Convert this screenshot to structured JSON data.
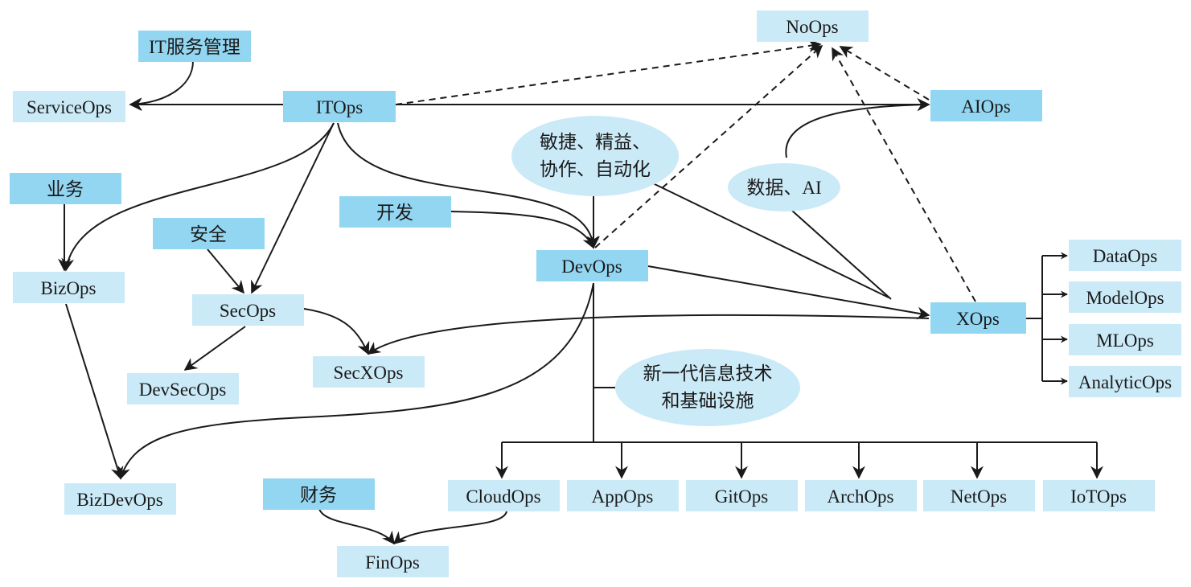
{
  "colors": {
    "box_light": "#cbeaf7",
    "box_dark": "#93d6f2",
    "ellipse": "#cbeaf7",
    "line": "#1a1a1a"
  },
  "nodes": {
    "noops": "NoOps",
    "it_service_mgmt": "IT服务管理",
    "serviceops": "ServiceOps",
    "itops": "ITOps",
    "aiops": "AIOps",
    "business": "业务",
    "bizops": "BizOps",
    "security": "安全",
    "secops": "SecOps",
    "devsecops": "DevSecOps",
    "secxops": "SecXOps",
    "development": "开发",
    "devops": "DevOps",
    "xops": "XOps",
    "dataops": "DataOps",
    "modelops": "ModelOps",
    "mlops": "MLOps",
    "analyticops": "AnalyticOps",
    "bizdevops": "BizDevOps",
    "finance": "财务",
    "finops": "FinOps",
    "cloudops": "CloudOps",
    "appops": "AppOps",
    "gitops": "GitOps",
    "archops": "ArchOps",
    "netops": "NetOps",
    "iotops": "IoTOps"
  },
  "ellipses": {
    "agile_line1": "敏捷、精益、",
    "agile_line2": "协作、自动化",
    "data_ai": "数据、AI",
    "infra_line1": "新一代信息技术",
    "infra_line2": "和基础设施"
  }
}
